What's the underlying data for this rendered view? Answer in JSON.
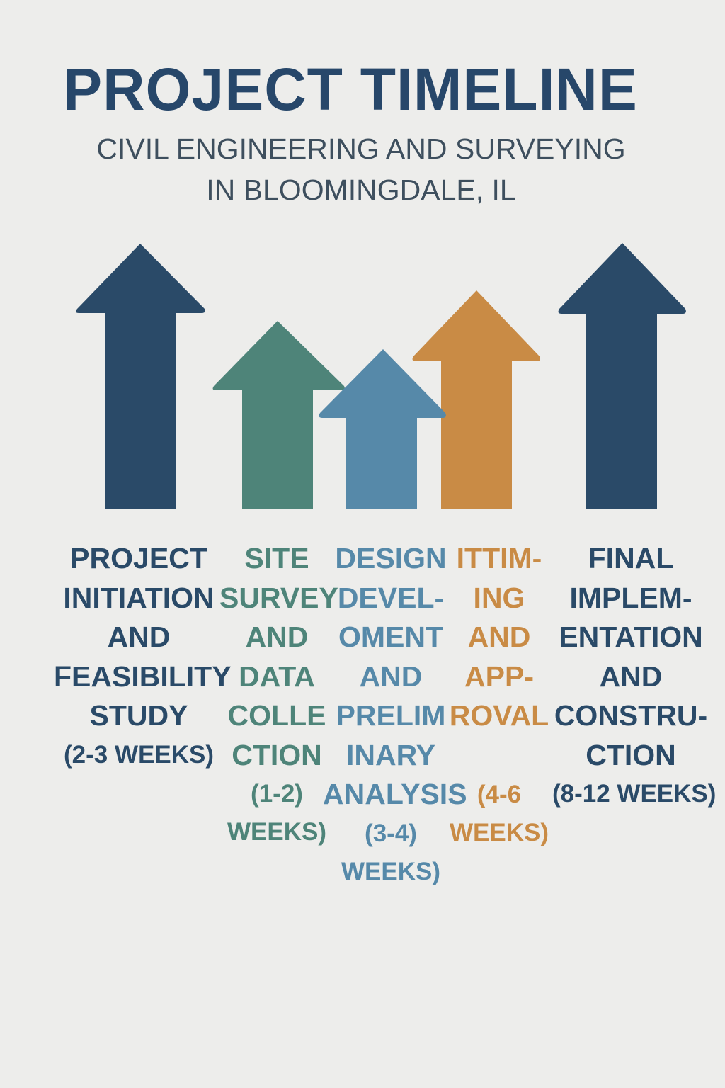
{
  "header": {
    "title": "PROJECT TIMELINE",
    "subtitle_line1": "CIVIL ENGINEERING AND SURVEYING",
    "subtitle_line2": "IN BLOOMINGDALE, IL"
  },
  "colors": {
    "background": "#ededeb",
    "title": "#27476a",
    "subtitle": "#3e4f5e",
    "navy": "#2a4a68",
    "green": "#4e8479",
    "blue": "#5689a9",
    "orange": "#c98b45"
  },
  "phases": [
    {
      "name": "Project Initiation and Feasibility Study",
      "color": "#2a4a68",
      "lines": [
        "PROJECT",
        "INITIATION",
        "AND",
        "FEASIBILITY",
        "STUDY"
      ],
      "duration_lines": [
        "(2-3 WEEKS)"
      ],
      "duration": "2-3 weeks",
      "icon": "arrow-up-icon"
    },
    {
      "name": "Site Survey and Data Collection",
      "color": "#4e8479",
      "lines": [
        "SITE",
        "SURVEY",
        "AND",
        "DATA",
        "COLLE",
        "CTION"
      ],
      "duration_lines": [
        "(1-2)",
        "WEEKS)"
      ],
      "duration": "1-2 weeks",
      "icon": "arrow-up-icon"
    },
    {
      "name": "Design Development and Preliminary Analysis",
      "color": "#5689a9",
      "lines": [
        "DESIGN",
        "DEVEL-",
        "OMENT",
        "AND",
        "PRELIM",
        "INARY",
        "ANALYSIS"
      ],
      "duration_lines": [
        "(3-4)",
        "WEEKS)"
      ],
      "duration": "3-4 weeks",
      "icon": "arrow-up-icon"
    },
    {
      "name": "Permitting and Approval",
      "color": "#c98b45",
      "lines": [
        "ITTIM-",
        "ING",
        "AND",
        "APP-",
        "ROVAL"
      ],
      "duration_lines": [
        "(4-6",
        "WEEKS)"
      ],
      "duration": "4-6 weeks",
      "icon": "arrow-up-icon"
    },
    {
      "name": "Final Implementation and Construction",
      "color": "#2a4a68",
      "lines": [
        "FINAL",
        "IMPLEM-",
        "ENTATION",
        "AND",
        "CONSTRU-",
        "CTION"
      ],
      "duration_lines": [
        "(8-12 WEEKS)"
      ],
      "duration": "8-12 weeks",
      "icon": "arrow-up-icon"
    }
  ]
}
